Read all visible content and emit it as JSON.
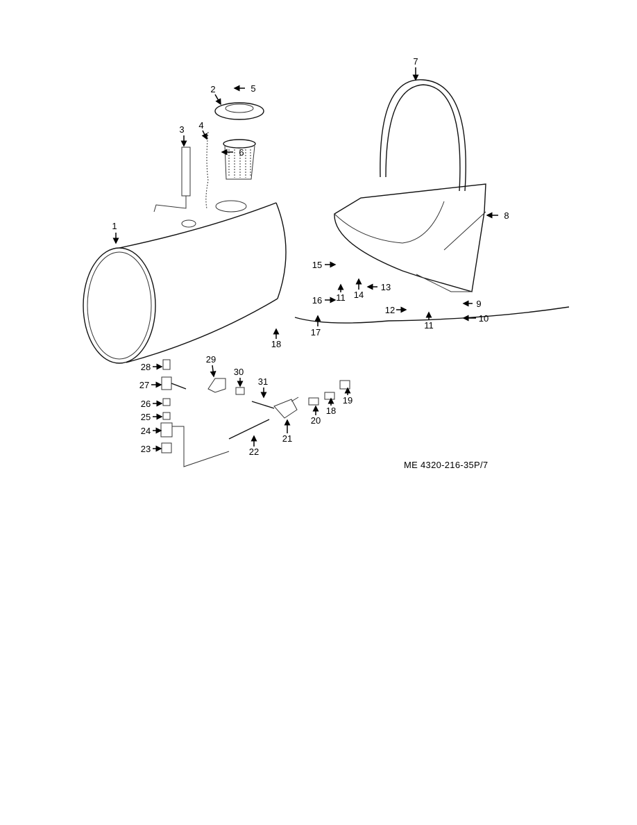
{
  "figure": {
    "caption": "ME 4320-216-35P/7",
    "callouts": [
      "1",
      "2",
      "3",
      "4",
      "5",
      "6",
      "7",
      "8",
      "9",
      "10",
      "11",
      "11",
      "12",
      "13",
      "14",
      "15",
      "16",
      "17",
      "18",
      "18",
      "19",
      "20",
      "21",
      "22",
      "23",
      "24",
      "25",
      "26",
      "27",
      "28",
      "29",
      "30",
      "31"
    ]
  }
}
